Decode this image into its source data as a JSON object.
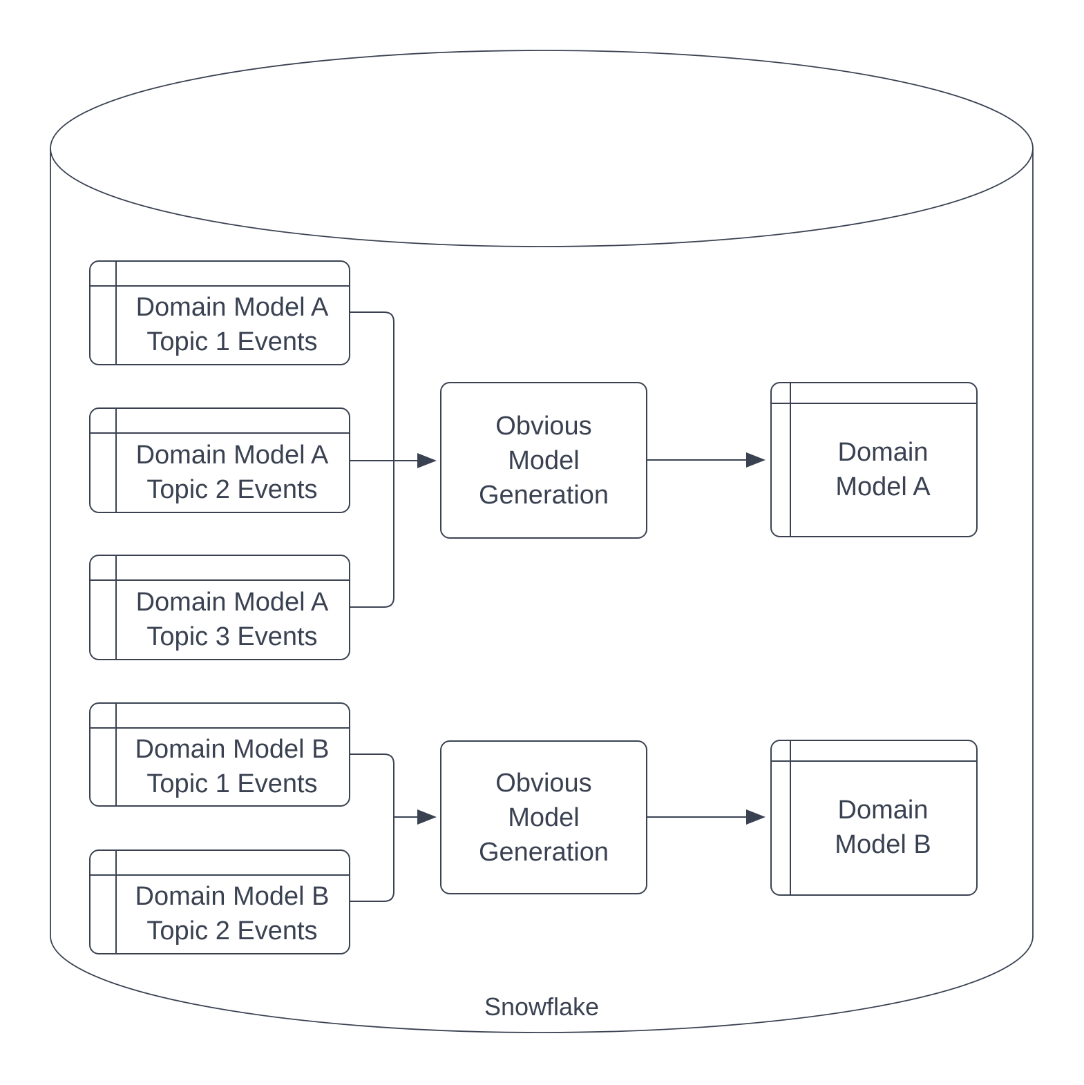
{
  "colors": {
    "stroke": "#3a4252",
    "text": "#3a4252",
    "background": "#ffffff"
  },
  "cylinder": {
    "label": "Snowflake"
  },
  "source_tables": [
    {
      "id": "a-topic-1",
      "text": "Domain Model A\nTopic 1 Events"
    },
    {
      "id": "a-topic-2",
      "text": "Domain Model A\nTopic 2 Events"
    },
    {
      "id": "a-topic-3",
      "text": "Domain Model A\nTopic 3 Events"
    },
    {
      "id": "b-topic-1",
      "text": "Domain Model B\nTopic 1 Events"
    },
    {
      "id": "b-topic-2",
      "text": "Domain Model B\nTopic 2 Events"
    }
  ],
  "process_boxes": [
    {
      "id": "omg-a",
      "text": "Obvious\nModel\nGeneration"
    },
    {
      "id": "omg-b",
      "text": "Obvious\nModel\nGeneration"
    }
  ],
  "output_tables": [
    {
      "id": "domain-model-a",
      "text": "Domain\nModel A"
    },
    {
      "id": "domain-model-b",
      "text": "Domain\nModel B"
    }
  ]
}
